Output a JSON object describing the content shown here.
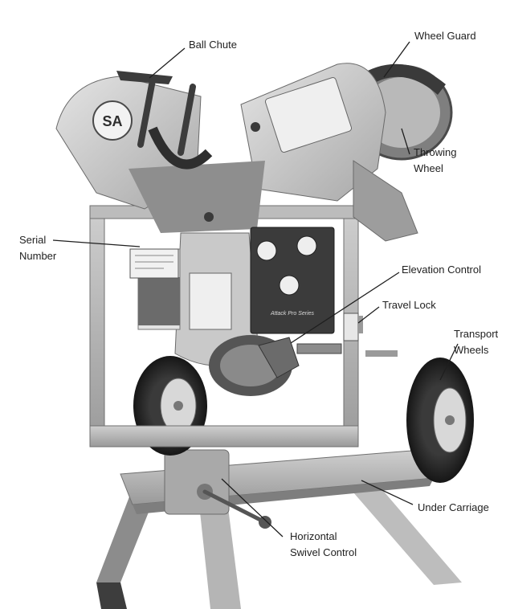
{
  "diagram": {
    "brand_logo": "SA",
    "plate_text": "Attack Pro Series",
    "callouts": [
      {
        "id": "ball-chute",
        "lines": [
          "Ball Chute"
        ]
      },
      {
        "id": "wheel-guard",
        "lines": [
          "Wheel Guard"
        ]
      },
      {
        "id": "throwing-wheel",
        "lines": [
          "Throwing",
          "Wheel"
        ]
      },
      {
        "id": "serial-number",
        "lines": [
          "Serial",
          "Number"
        ]
      },
      {
        "id": "elevation-control",
        "lines": [
          "Elevation Control"
        ]
      },
      {
        "id": "travel-lock",
        "lines": [
          "Travel Lock"
        ]
      },
      {
        "id": "transport-wheels",
        "lines": [
          "Transport",
          "Wheels"
        ]
      },
      {
        "id": "under-carriage",
        "lines": [
          "Under Carriage"
        ]
      },
      {
        "id": "horizontal-swivel-control",
        "lines": [
          "Horizontal",
          "Swivel Control"
        ]
      }
    ]
  },
  "colors": {
    "body_light": "#d6d6d6",
    "body_mid": "#a9a9a9",
    "body_dark": "#5e5e5e",
    "panel_dark": "#3b3b3b",
    "tire": "#2a2a2a",
    "leader_line": "#1f1f1f"
  }
}
